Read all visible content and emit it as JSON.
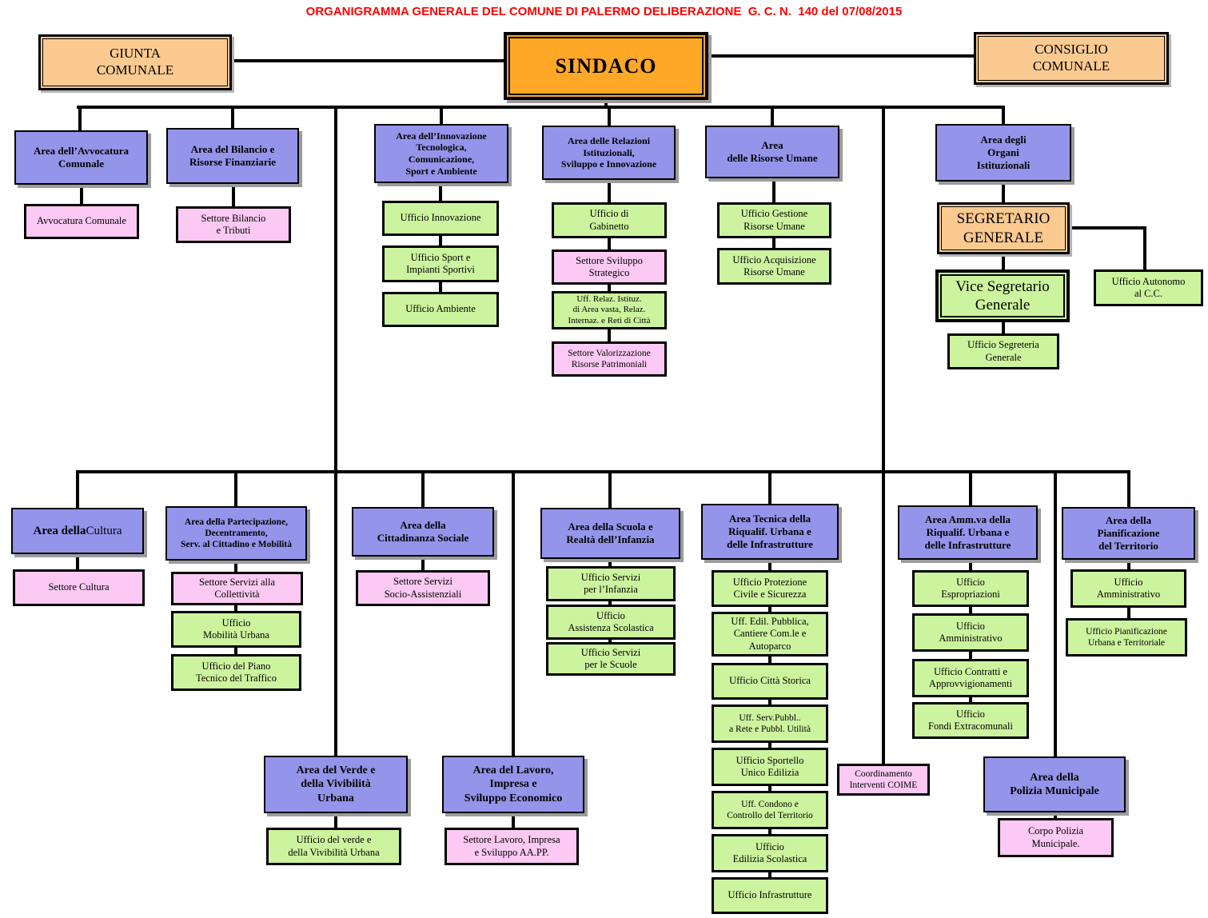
{
  "title": "ORGANIGRAMMA GENERALE DEL COMUNE DI PALERMO DELIBERAZIONE  G. C. N.  140 del 07/08/2015",
  "colors": {
    "title_red": "#FF0000",
    "area_purple": "#9494EA",
    "office_green": "#CCF49E",
    "sector_pink": "#FBC9F3",
    "organ_peach": "#FBCA91",
    "sindaco_orange": "#FFA827",
    "connector_black": "#000000"
  },
  "nodes": {
    "giunta": {
      "label": "GIUNTA\nCOMUNALE"
    },
    "sindaco": {
      "label": "SINDACO"
    },
    "consiglio": {
      "label": "CONSIGLIO\nCOMUNALE"
    },
    "avvocatura_area": {
      "label": "Area dell’Avvocatura\nComunale"
    },
    "avvocatura": {
      "label": "Avvocatura Comunale"
    },
    "bilancio_area": {
      "label": "Area del Bilancio e\nRisorse Finanziarie"
    },
    "settore_bilancio": {
      "label": "Settore Bilancio\ne Tributi"
    },
    "innovazione_area": {
      "label": "Area dell’Innovazione\nTecnologica,\nComunicazione,\nSport e Ambiente"
    },
    "ufficio_innovazione": {
      "label": "Ufficio Innovazione"
    },
    "ufficio_sport": {
      "label": "Ufficio Sport e\nImpianti Sportivi"
    },
    "ufficio_ambiente": {
      "label": "Ufficio Ambiente"
    },
    "relazioni_area": {
      "label": "Area delle Relazioni\nIstituzionali,\nSviluppo e Innovazione"
    },
    "ufficio_gabinetto": {
      "label": "Ufficio di\nGabinetto"
    },
    "settore_sviluppo": {
      "label": "Settore Sviluppo\nStrategico"
    },
    "uff_relaz": {
      "label": "Uff. Relaz. Istituz.\ndi Area vasta,   Relaz.\nInternaz. e  Reti di Città"
    },
    "settore_valorizzazione": {
      "label": "Settore Valorizzazione\nRisorse Patrimoniali"
    },
    "risorse_area": {
      "label": "Area\ndelle Risorse Umane"
    },
    "ufficio_gestione": {
      "label": "Ufficio Gestione\nRisorse Umane"
    },
    "ufficio_acquisizione": {
      "label": "Ufficio Acquisizione\nRisorse Umane"
    },
    "organi_area": {
      "label": "Area degli\nOrgani\nIstituzionali"
    },
    "segretario": {
      "label": "SEGRETARIO\nGENERALE"
    },
    "vice_segretario": {
      "label": "Vice Segretario\nGenerale"
    },
    "ufficio_autonomo": {
      "label": "Ufficio Autonomo\nal C.C."
    },
    "ufficio_segreteria": {
      "label": "Ufficio Segreteria\nGenerale"
    },
    "cultura_area": {
      "label_bold": "Area della",
      "label_rest": " Cultura"
    },
    "settore_cultura": {
      "label": "Settore Cultura"
    },
    "partecipazione_area": {
      "label": "Area della Partecipazione,\nDecentramento,\nServ. al Cittadino e Mobilità"
    },
    "settore_collettivita": {
      "label": "Settore Servizi alla\nCollettività"
    },
    "ufficio_mobilita": {
      "label": "Ufficio\nMobilità Urbana"
    },
    "ufficio_piano": {
      "label": "Ufficio del Piano\nTecnico del Traffico"
    },
    "cittadinanza_area": {
      "label": "Area della\nCittadinanza Sociale"
    },
    "settore_socio": {
      "label": "Settore Servizi\nSocio-Assistenziali"
    },
    "scuola_area": {
      "label": "Area della Scuola e\nRealtà dell’Infanzia"
    },
    "ufficio_infanzia": {
      "label": "Ufficio Servizi\nper l’Infanzia"
    },
    "ufficio_assistenza": {
      "label": "Ufficio\nAssistenza Scolastica"
    },
    "ufficio_scuole": {
      "label": "Ufficio Servizi\nper le Scuole"
    },
    "tecnica_area": {
      "label": "Area Tecnica della\nRiqualif. Urbana e\ndelle Infrastrutture"
    },
    "ufficio_protezione": {
      "label": "Ufficio Protezione\nCivile e Sicurezza"
    },
    "uff_edil": {
      "label": "Uff. Edil. Pubblica,\nCantiere Com.le e\nAutoparco"
    },
    "ufficio_citta": {
      "label": "Ufficio Città Storica"
    },
    "uff_serv": {
      "label": "Uff. Serv.Pubbl..\na Rete e Pubbl. Utilità"
    },
    "ufficio_sportello": {
      "label": "Ufficio Sportello\nUnico Edilizia"
    },
    "uff_condono": {
      "label": "Uff. Condono e\nControllo del Territorio"
    },
    "ufficio_edilizia": {
      "label": "Ufficio\nEdilizia Scolastica"
    },
    "ufficio_infrastrutture": {
      "label": "Ufficio Infrastrutture"
    },
    "ammva_area": {
      "label": "Area Amm.va della\nRiqualif. Urbana e\ndelle Infrastrutture"
    },
    "ufficio_espropriazioni": {
      "label": "Ufficio\nEspropriazioni"
    },
    "ufficio_amministrativo": {
      "label": "Ufficio\nAmministrativo"
    },
    "ufficio_contratti": {
      "label": "Ufficio Contratti e\nApprovvigionamenti"
    },
    "ufficio_fondi": {
      "label": "Ufficio\nFondi Extracomunali"
    },
    "pianificazione_area": {
      "label": "Area della\nPianificazione\ndel Territorio"
    },
    "ufficio_amministrativo2": {
      "label": "Ufficio\nAmministrativo"
    },
    "ufficio_pianificazione": {
      "label": "Ufficio Pianificazione\nUrbana e Territoriale"
    },
    "verde_area": {
      "label": "Area del Verde e\ndella Vivibilità\nUrbana"
    },
    "ufficio_verde": {
      "label": "Ufficio del verde e\ndella Vivibilità Urbana"
    },
    "lavoro_area": {
      "label": "Area del Lavoro,\nImpresa e\nSviluppo Economico"
    },
    "settore_lavoro": {
      "label": "Settore Lavoro,  Impresa\ne Sviluppo  AA.PP."
    },
    "coime": {
      "label": "Coordinamento\nInterventi  COIME"
    },
    "polizia_area": {
      "label": "Area della\nPolizia Municipale"
    },
    "corpo_polizia": {
      "label": "Corpo Polizia\nMunicipale."
    }
  }
}
